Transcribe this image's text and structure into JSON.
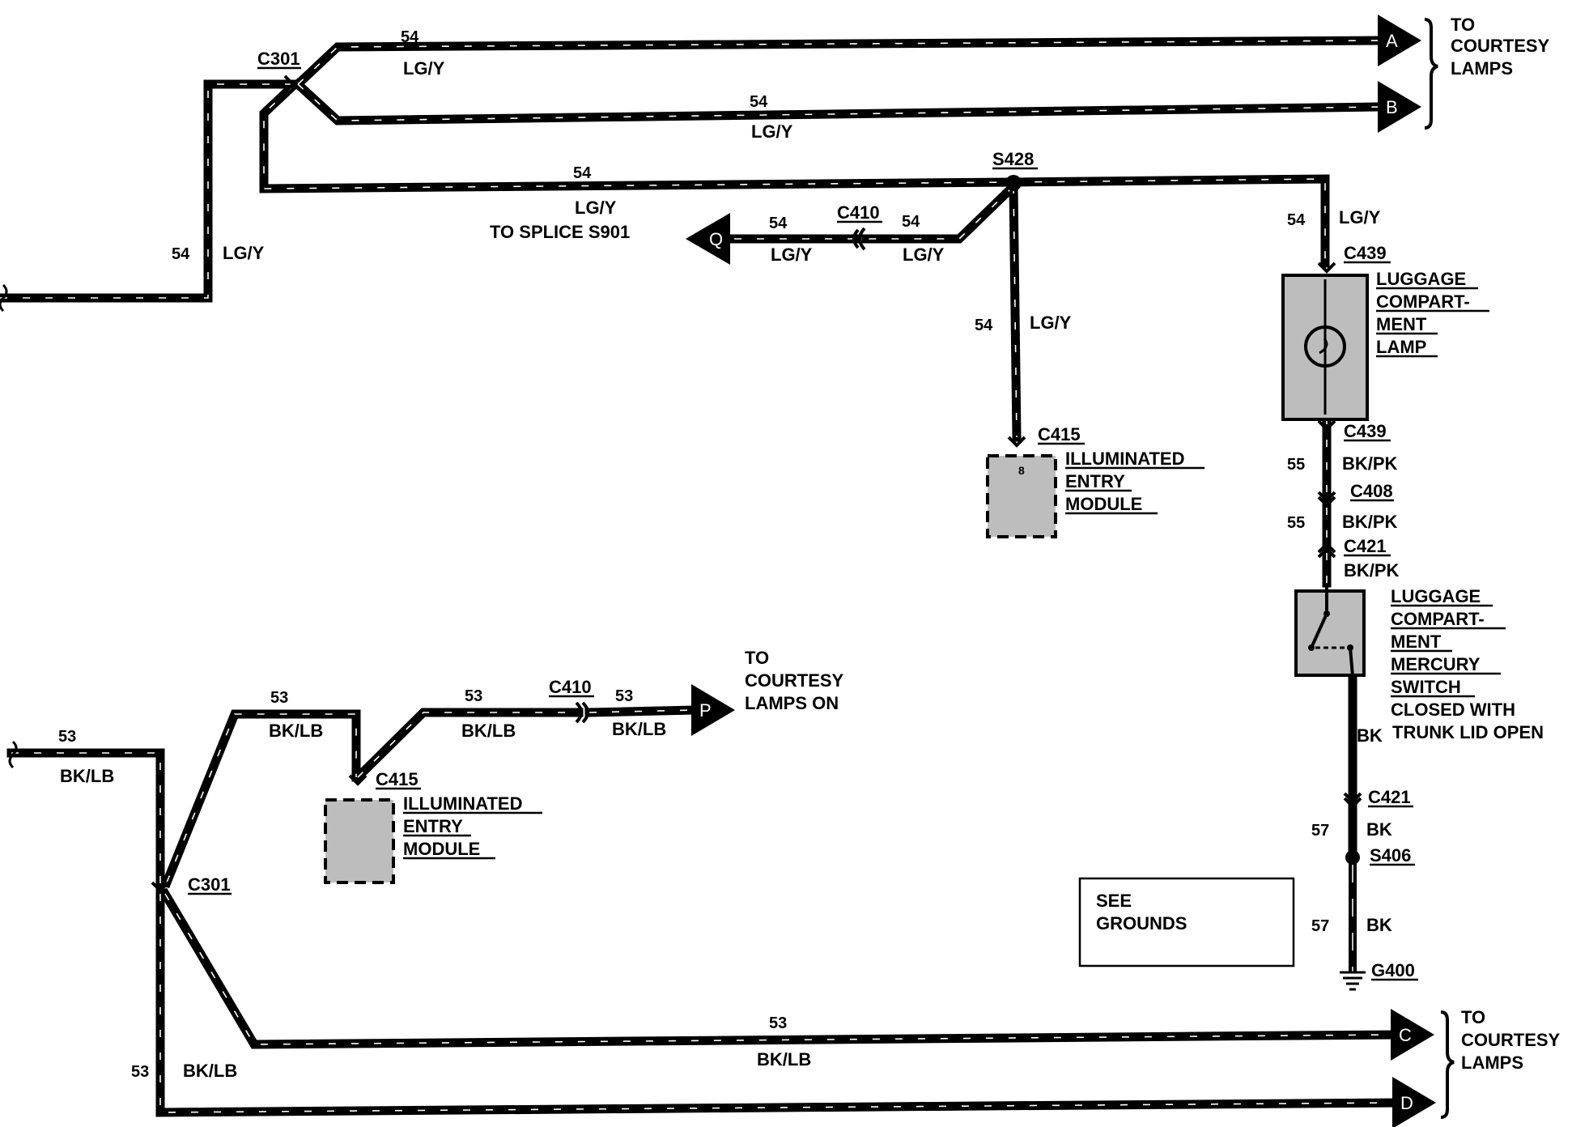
{
  "top_circuit": {
    "c301": "C301",
    "wire_a": {
      "num": "54",
      "color": "LG/Y"
    },
    "wire_b": {
      "num": "54",
      "color": "LG/Y"
    },
    "to_courtesy_top": [
      "TO",
      "COURTESY",
      "LAMPS"
    ],
    "arrow_a": "A",
    "arrow_b": "B",
    "left_feed": {
      "num": "54",
      "color": "LG/Y"
    },
    "splice_wire": {
      "num": "54",
      "color": "LG/Y",
      "note": "TO SPLICE S901"
    },
    "s428": "S428",
    "c410": "C410",
    "wire_q_left": {
      "num": "54",
      "color": "LG/Y"
    },
    "wire_q_right": {
      "num": "54",
      "color": "LG/Y"
    },
    "arrow_q": "Q",
    "drop_wire": {
      "num": "54",
      "color": "LG/Y"
    },
    "c415": "C415",
    "module_label": [
      "ILLUMINATED",
      "ENTRY",
      "MODULE"
    ],
    "module_pin": "8"
  },
  "luggage": {
    "wire_in": {
      "num": "54",
      "color": "LG/Y"
    },
    "c439_top": "C439",
    "lamp_label": [
      "LUGGAGE",
      "COMPART-",
      "MENT",
      "LAMP"
    ],
    "c439_bottom": "C439",
    "wire_55a": {
      "num": "55",
      "color": "BK/PK"
    },
    "c408": "C408",
    "wire_55b": {
      "num": "55",
      "color": "BK/PK"
    },
    "c421_top": "C421",
    "c421_color": "BK/PK",
    "switch_label": [
      "LUGGAGE",
      "COMPART-",
      "MENT",
      "MERCURY",
      "SWITCH"
    ],
    "switch_note": [
      "CLOSED WITH",
      "TRUNK LID OPEN"
    ],
    "bk_label": "BK",
    "c421_bottom": "C421",
    "wire_57a": {
      "num": "57",
      "color": "BK"
    },
    "s406": "S406",
    "wire_57b": {
      "num": "57",
      "color": "BK"
    },
    "g400": "G400",
    "see_grounds": [
      "SEE",
      "GROUNDS"
    ]
  },
  "bottom_circuit": {
    "left_feed": {
      "num": "53",
      "color": "BK/LB"
    },
    "upper_branch": {
      "num": "53",
      "color": "BK/LB"
    },
    "c415": "C415",
    "module_label": [
      "ILLUMINATED",
      "ENTRY",
      "MODULE"
    ],
    "mid_wire": {
      "num": "53",
      "color": "BK/LB"
    },
    "c410": "C410",
    "right_wire": {
      "num": "53",
      "color": "BK/LB"
    },
    "arrow_p": "P",
    "to_courtesy_on": [
      "TO",
      "COURTESY",
      "LAMPS ON"
    ],
    "c301": "C301",
    "wire_c": {
      "num": "53",
      "color": "BK/LB"
    },
    "wire_d": {
      "num": "53",
      "color": "BK/LB"
    },
    "arrow_c": "C",
    "arrow_d": "D",
    "to_courtesy_bottom": [
      "TO",
      "COURTESY",
      "LAMPS"
    ]
  }
}
